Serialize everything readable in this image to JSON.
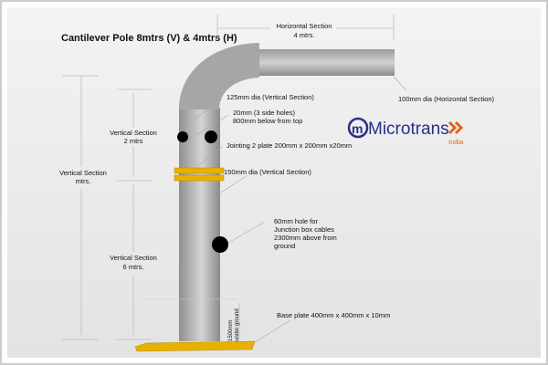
{
  "title": "Cantilever Pole 8mtrs (V) & 4mtrs (H)",
  "dimensions": {
    "horizontal": [
      "Horizontal Section",
      "4 mtrs."
    ],
    "vertical_total": [
      "Vertical Section",
      "mtrs."
    ],
    "vertical_top": [
      "Vertical Section",
      "2 mtrs"
    ],
    "vertical_bottom": [
      "Vertical Section",
      "6  mtrs."
    ],
    "underground": [
      "1500mm",
      "under ground"
    ]
  },
  "annotations": {
    "vertical_dia_top": "125mm dia (Vertical Section)",
    "side_holes": [
      "20mm (3 side holes)",
      "800mm below from top"
    ],
    "jointing": "Jointing 2 plate 200mm x 200mm x20mm",
    "vertical_dia_bottom": "150mm dia (Vertical Section)",
    "horizontal_dia": "100mm dia (Horizontal Section)",
    "junction_hole": [
      "60mm hole for",
      "Junction box cables",
      "2300mm above from",
      "ground"
    ],
    "base_plate": "Base plate 400mm x 400mm x 10mm"
  },
  "logo": {
    "name": "Microtrans",
    "sub": "India",
    "blue": "#2a2f86",
    "orange": "#e2641c"
  },
  "colors": {
    "plate": "#e8b100",
    "pipe": "#a9a9a9"
  }
}
